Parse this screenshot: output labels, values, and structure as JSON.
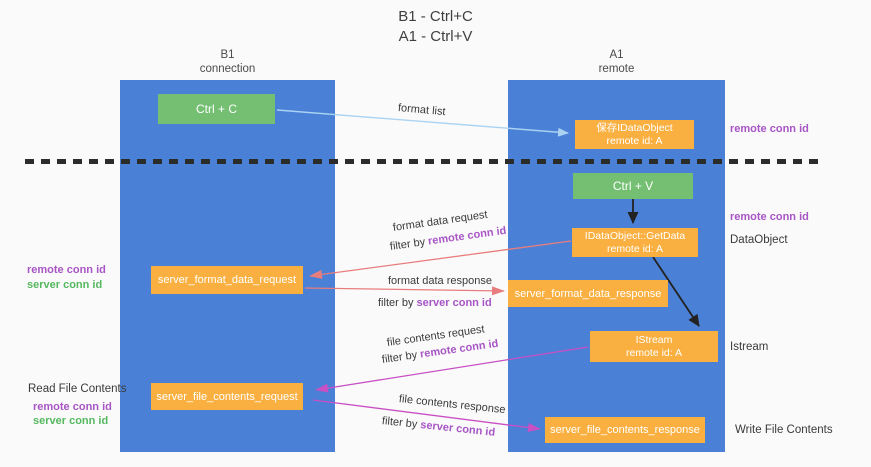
{
  "title": {
    "line1": "B1 - Ctrl+C",
    "line2": "A1 - Ctrl+V"
  },
  "columns": {
    "left": {
      "name": "B1",
      "role": "connection"
    },
    "right": {
      "name": "A1",
      "role": "remote"
    }
  },
  "nodes": {
    "ctrl_c": {
      "label": "Ctrl + C"
    },
    "ctrl_v": {
      "label": "Ctrl + V"
    },
    "save_dataobject": {
      "line1": "保存IDataObject",
      "line2": "remote id: A"
    },
    "getdata": {
      "line1": "IDataObject::GetData",
      "line2": "remote id: A"
    },
    "istream": {
      "line1": "IStream",
      "line2": "remote id: A"
    },
    "format_request": {
      "label": "server_format_data_request"
    },
    "format_response": {
      "label": "server_format_data_response"
    },
    "file_request": {
      "label": "server_file_contents_request"
    },
    "file_response": {
      "label": "server_file_contents_response"
    }
  },
  "edge_labels": {
    "format_list": "format list",
    "format_data_request": "format data request",
    "format_data_response": "format data response",
    "file_contents_request": "file contents request",
    "file_contents_response": "file contents response",
    "filter_by": "filter by "
  },
  "tags": {
    "remote_conn_id": "remote conn id",
    "server_conn_id": "server conn id"
  },
  "side_labels": {
    "dataobject": "DataObject",
    "istream": "Istream",
    "read_file_contents": "Read File Contents",
    "write_file_contents": "Write File Contents"
  },
  "colors": {
    "lane_blue": "#4a80d6",
    "node_orange": "#f9b041",
    "node_green": "#74bf72",
    "arrow_light_blue": "#a9d2f3",
    "arrow_salmon": "#e87d7d",
    "arrow_magenta": "#c94fc4",
    "arrow_black": "#222222",
    "tag_purple": "#a855c6",
    "tag_green": "#55b85f"
  }
}
